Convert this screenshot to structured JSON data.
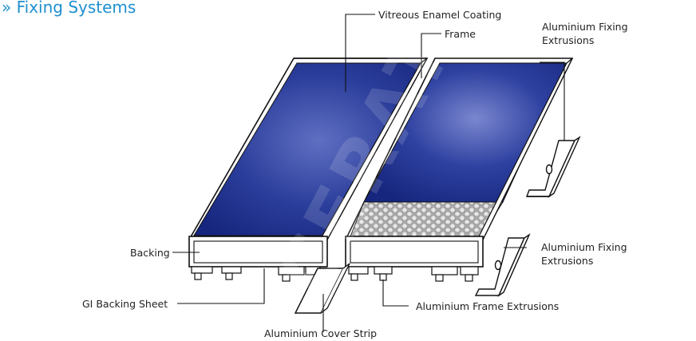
{
  "page": {
    "title": "» Fixing Systems",
    "watermark": "CERATEC",
    "colors": {
      "title": "#1f8fcf",
      "panel": "#1a2f8c",
      "panel_glow": "#6b7ac8",
      "frame_stroke": "#111111",
      "honeycomb": "#b8b8b8"
    }
  },
  "labels": {
    "vitreous_enamel_coating": "Vitreous Enamel Coating",
    "frame": "Frame",
    "aluminium_fixing_extrusions_top_1": "Aluminium Fixing",
    "aluminium_fixing_extrusions_top_2": "Extrusions",
    "aluminium_fixing_extrusions_bottom_1": "Aluminium Fixing",
    "aluminium_fixing_extrusions_bottom_2": "Extrusions",
    "backing": "Backing",
    "gi_backing_sheet": "GI Backing Sheet",
    "aluminium_frame_extrusions": "Aluminium Frame Extrusions",
    "aluminium_cover_strip": "Aluminium Cover Strip"
  }
}
